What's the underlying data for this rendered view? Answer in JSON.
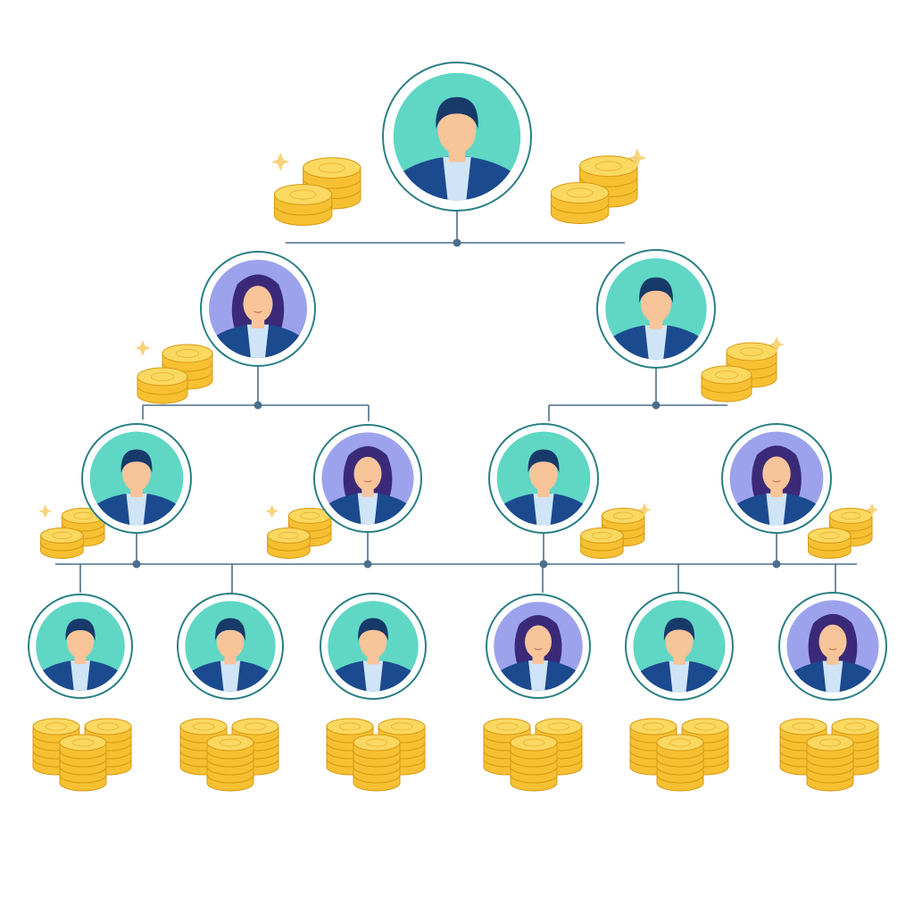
{
  "diagram": {
    "kind": "hierarchy",
    "levels": [
      {
        "level": 1,
        "members": [
          {
            "avatar": "male-avatar-icon",
            "coins": "small-coin-stacks-pair"
          }
        ]
      },
      {
        "level": 2,
        "members": [
          {
            "avatar": "female-avatar-icon",
            "coins": "small-coin-stack"
          },
          {
            "avatar": "male-avatar-icon",
            "coins": "small-coin-stack"
          }
        ]
      },
      {
        "level": 3,
        "members": [
          {
            "avatar": "male-avatar-icon",
            "coins": "small-coin-stack"
          },
          {
            "avatar": "female-avatar-icon",
            "coins": "small-coin-stack"
          },
          {
            "avatar": "male-avatar-icon",
            "coins": "small-coin-stack"
          },
          {
            "avatar": "female-avatar-icon",
            "coins": "small-coin-stack"
          }
        ]
      },
      {
        "level": 4,
        "members": [
          {
            "avatar": "male-avatar-icon",
            "coins": "large-coin-pile"
          },
          {
            "avatar": "male-avatar-icon",
            "coins": "large-coin-pile"
          },
          {
            "avatar": "male-avatar-icon",
            "coins": "large-coin-pile"
          },
          {
            "avatar": "female-avatar-icon",
            "coins": "large-coin-pile"
          },
          {
            "avatar": "male-avatar-icon",
            "coins": "large-coin-pile"
          },
          {
            "avatar": "female-avatar-icon",
            "coins": "large-coin-pile"
          }
        ]
      }
    ]
  },
  "colors": {
    "connector": "#4b6f8c",
    "node_ring": "#2a7f83",
    "teal_bg": "#5fd7c4",
    "lavender_bg": "#9ca3ec",
    "skin": "#f8c49a",
    "male_hair": "#173a6b",
    "female_hair": "#3b2a78",
    "suit": "#1c4a8f",
    "shirt": "#cfe4f6",
    "coin_fill": "#f6c032",
    "coin_top": "#fbd860",
    "coin_edge": "#d99a15",
    "sparkle": "#f7d37a"
  }
}
